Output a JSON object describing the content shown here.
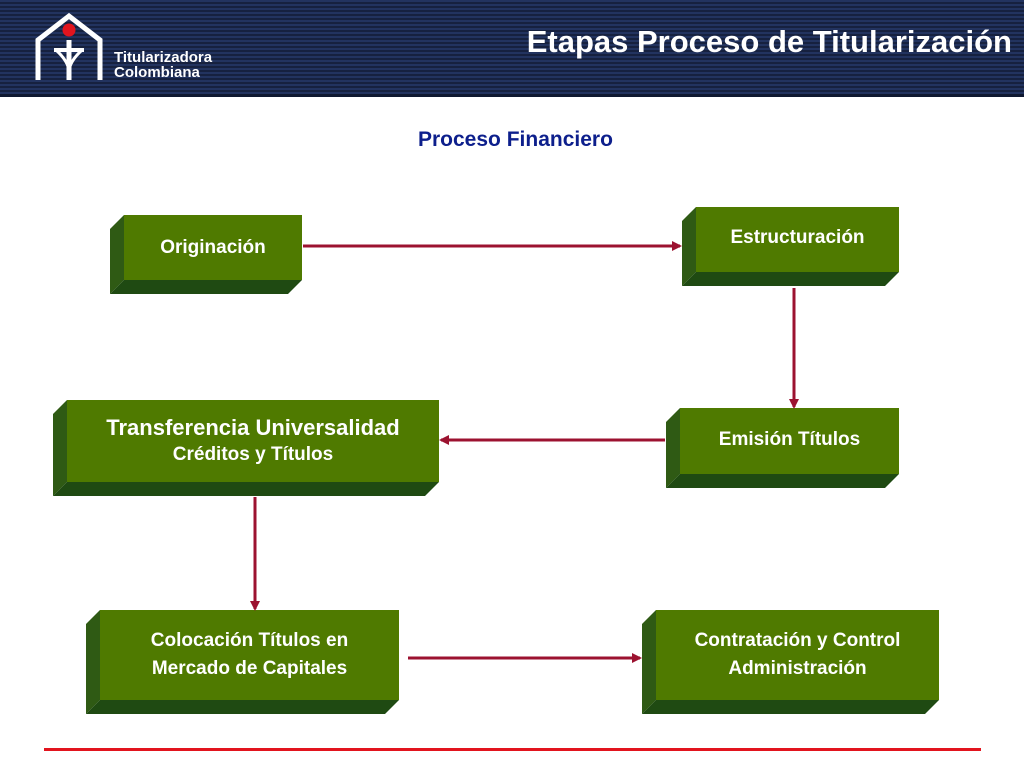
{
  "header": {
    "title": "Etapas Proceso de Titularización",
    "logo_line1": "Titularizadora",
    "logo_line2": "Colombiana",
    "logo_icon": "house-person-icon"
  },
  "subtitle": "Proceso Financiero",
  "colors": {
    "header_bg": "#1c2a4f",
    "box_face": "#4f7a00",
    "box_shadow": "#1f4a12",
    "arrow": "#9c1230",
    "footer_line": "#e2141e",
    "subtitle": "#0d1f8c"
  },
  "steps": {
    "originacion": {
      "line1": "Originación"
    },
    "estructuracion": {
      "line1": "Estructuración"
    },
    "emision": {
      "line1": "Emisión Títulos"
    },
    "transferencia": {
      "line1": "Transferencia Universalidad",
      "line2": "Créditos y Títulos"
    },
    "colocacion": {
      "line1": "Colocación Títulos en",
      "line2": "Mercado de Capitales"
    },
    "contratacion": {
      "line1": "Contratación y Control",
      "line2": "Administración"
    }
  }
}
